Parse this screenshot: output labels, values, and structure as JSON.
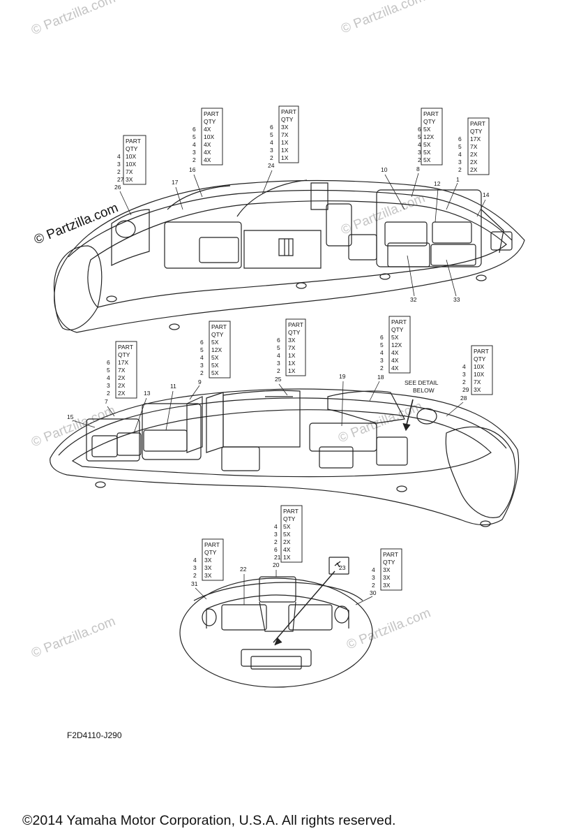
{
  "watermark_text": "© Partzilla.com",
  "diagram_code": "F2D4110-J290",
  "copyright": "©2014  Yamaha Motor Corporation, U.S.A. All rights reserved.",
  "detail_note": {
    "line1": "SEE DETAIL",
    "line2": "BELOW"
  },
  "part_qty_tables": [
    {
      "id": "t26",
      "header": [
        "PART",
        "QTY"
      ],
      "rows": [
        [
          "4",
          "10X"
        ],
        [
          "3",
          "10X"
        ],
        [
          "2",
          "7X"
        ],
        [
          "27",
          "3X"
        ]
      ],
      "callout": "26"
    },
    {
      "id": "t16",
      "header": [
        "PART",
        "QTY"
      ],
      "rows": [
        [
          "6",
          "4X"
        ],
        [
          "5",
          "10X"
        ],
        [
          "4",
          "4X"
        ],
        [
          "3",
          "4X"
        ],
        [
          "2",
          "4X"
        ]
      ],
      "callout": "16"
    },
    {
      "id": "t24",
      "header": [
        "PART",
        "QTY"
      ],
      "rows": [
        [
          "6",
          "3X"
        ],
        [
          "5",
          "7X"
        ],
        [
          "4",
          "1X"
        ],
        [
          "3",
          "1X"
        ],
        [
          "2",
          "1X"
        ]
      ],
      "callout": "24"
    },
    {
      "id": "t8",
      "header": [
        "PART",
        "QTY"
      ],
      "rows": [
        [
          "6",
          "5X"
        ],
        [
          "5",
          "12X"
        ],
        [
          "4",
          "5X"
        ],
        [
          "3",
          "5X"
        ],
        [
          "2",
          "5X"
        ]
      ],
      "callout": "8"
    },
    {
      "id": "t1",
      "header": [
        "PART",
        "QTY"
      ],
      "rows": [
        [
          "6",
          "17X"
        ],
        [
          "5",
          "7X"
        ],
        [
          "4",
          "2X"
        ],
        [
          "3",
          "2X"
        ],
        [
          "2",
          "2X"
        ]
      ],
      "callout": "1"
    },
    {
      "id": "t7",
      "header": [
        "PART",
        "QTY"
      ],
      "rows": [
        [
          "6",
          "17X"
        ],
        [
          "5",
          "7X"
        ],
        [
          "4",
          "2X"
        ],
        [
          "3",
          "2X"
        ],
        [
          "2",
          "2X"
        ]
      ],
      "callout": "7"
    },
    {
      "id": "t9",
      "header": [
        "PART",
        "QTY"
      ],
      "rows": [
        [
          "6",
          "5X"
        ],
        [
          "5",
          "12X"
        ],
        [
          "4",
          "5X"
        ],
        [
          "3",
          "5X"
        ],
        [
          "2",
          "5X"
        ]
      ],
      "callout": "9"
    },
    {
      "id": "t25",
      "header": [
        "PART",
        "QTY"
      ],
      "rows": [
        [
          "6",
          "3X"
        ],
        [
          "5",
          "7X"
        ],
        [
          "4",
          "1X"
        ],
        [
          "3",
          "1X"
        ],
        [
          "2",
          "1X"
        ]
      ],
      "callout": "25"
    },
    {
      "id": "t18",
      "header": [
        "PART",
        "QTY"
      ],
      "rows": [
        [
          "6",
          "5X"
        ],
        [
          "5",
          "12X"
        ],
        [
          "4",
          "4X"
        ],
        [
          "3",
          "4X"
        ],
        [
          "2",
          "4X"
        ]
      ],
      "callout": "18"
    },
    {
      "id": "t28",
      "header": [
        "PART",
        "QTY"
      ],
      "rows": [
        [
          "4",
          "10X"
        ],
        [
          "3",
          "10X"
        ],
        [
          "2",
          "7X"
        ],
        [
          "29",
          "3X"
        ]
      ],
      "callout": "28"
    },
    {
      "id": "t20",
      "header": [
        "PART",
        "QTY"
      ],
      "rows": [
        [
          "4",
          "5X"
        ],
        [
          "3",
          "5X"
        ],
        [
          "2",
          "2X"
        ],
        [
          "6",
          "4X"
        ],
        [
          "21",
          "1X"
        ]
      ],
      "callout": "20"
    },
    {
      "id": "t31",
      "header": [
        "PART",
        "QTY"
      ],
      "rows": [
        [
          "4",
          "3X"
        ],
        [
          "3",
          "3X"
        ],
        [
          "2",
          "3X"
        ]
      ],
      "callout": "31"
    },
    {
      "id": "t30",
      "header": [
        "PART",
        "QTY"
      ],
      "rows": [
        [
          "4",
          "3X"
        ],
        [
          "3",
          "3X"
        ],
        [
          "2",
          "3X"
        ]
      ],
      "callout": "30"
    }
  ],
  "callouts": [
    "17",
    "10",
    "12",
    "14",
    "32",
    "33",
    "15",
    "13",
    "11",
    "19",
    "22",
    "23"
  ]
}
